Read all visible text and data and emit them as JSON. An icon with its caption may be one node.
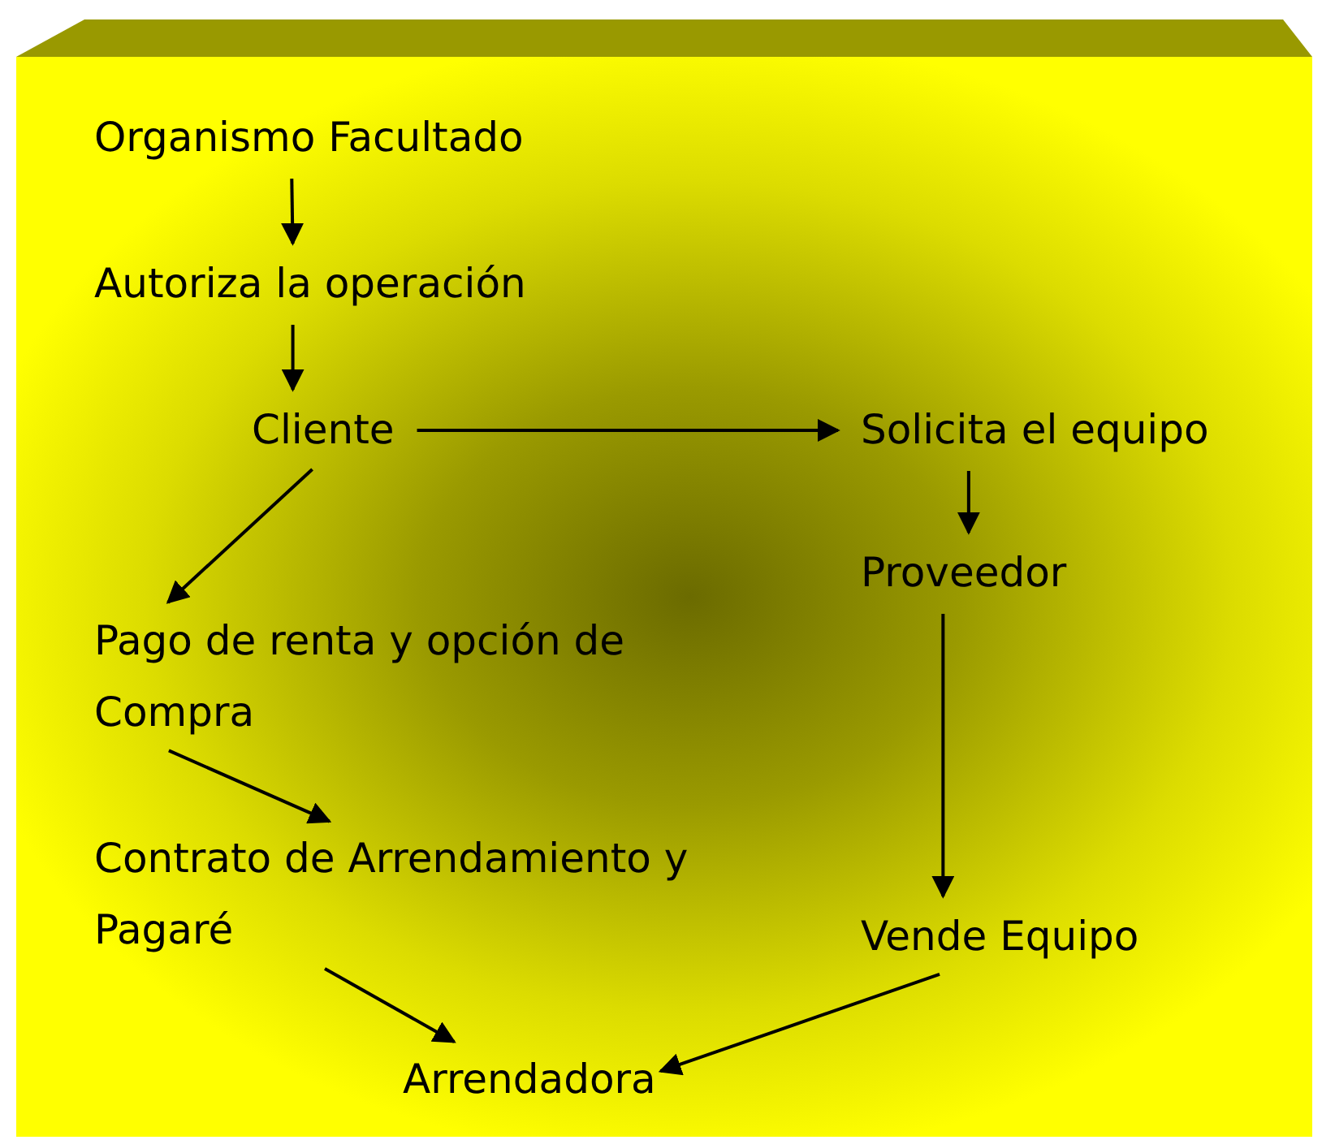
{
  "diagram": {
    "nodes": [
      {
        "text": [
          "Organismo Facultado"
        ]
      },
      {
        "text": [
          "Autoriza la operación"
        ]
      },
      {
        "text": [
          "Cliente"
        ]
      },
      {
        "text": [
          "Solicita el equipo"
        ]
      },
      {
        "text": [
          "Proveedor"
        ]
      },
      {
        "text": [
          "Pago de renta y opción de Compra"
        ]
      },
      {
        "text": [
          "Contrato de Arrendamiento y Pagaré"
        ]
      },
      {
        "text": [
          "Vende Equipo"
        ]
      },
      {
        "text": [
          "Arrendadora"
        ]
      }
    ],
    "edges": [
      {
        "from": 0,
        "to": 1,
        "arrow": "to"
      },
      {
        "from": 1,
        "to": 2,
        "arrow": "to"
      },
      {
        "from": 2,
        "to": 3,
        "arrow": "to"
      },
      {
        "from": 3,
        "to": 4,
        "arrow": "to"
      },
      {
        "from": 2,
        "to": 5,
        "arrow": "to"
      },
      {
        "from": 5,
        "to": 6,
        "arrow": "to"
      },
      {
        "from": 4,
        "to": 7,
        "arrow": "to"
      },
      {
        "from": 6,
        "to": 8,
        "arrow": "to"
      },
      {
        "from": 7,
        "to": 8,
        "arrow": "to"
      }
    ]
  }
}
